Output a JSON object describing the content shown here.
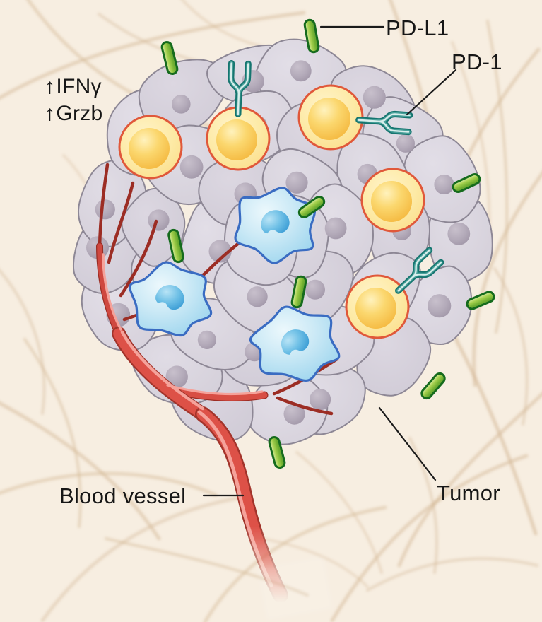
{
  "diagram": {
    "title": "Tumor microenvironment with T cells, PD-1/PD-L1 and blood vessel",
    "annotations": {
      "pdl1": "PD-L1",
      "pd1": "PD-1",
      "blood_vessel": "Blood vessel",
      "tumor": "Tumor"
    },
    "cytokines": [
      {
        "arrow": "↑",
        "name": "IFNγ"
      },
      {
        "arrow": "↑",
        "name": "Grzb"
      }
    ],
    "counts": {
      "t_cells": 5,
      "myeloid_cells": 3,
      "pdl1_molecules": 9,
      "pd1_receptors": 3
    },
    "colors": {
      "background": "#f7eee1",
      "fiber": "#d3b795",
      "tumor_cell_fill": "#d8d3dc",
      "tumor_cell_border": "#8d8795",
      "tumor_nucleus": "#b2a9b7",
      "t_cell_border": "#e0583a",
      "t_cell_body": "#f6bd45",
      "myeloid_border": "#3a6cc2",
      "myeloid_body": "#bfe3f4",
      "pdl1_rod_fill": "#8bc53f",
      "pdl1_rod_border": "#156b1d",
      "pd1_receptor": "#15756f",
      "vessel_main": "#dd5147",
      "vessel_dark": "#9c2d24",
      "label_text": "#161616"
    }
  }
}
